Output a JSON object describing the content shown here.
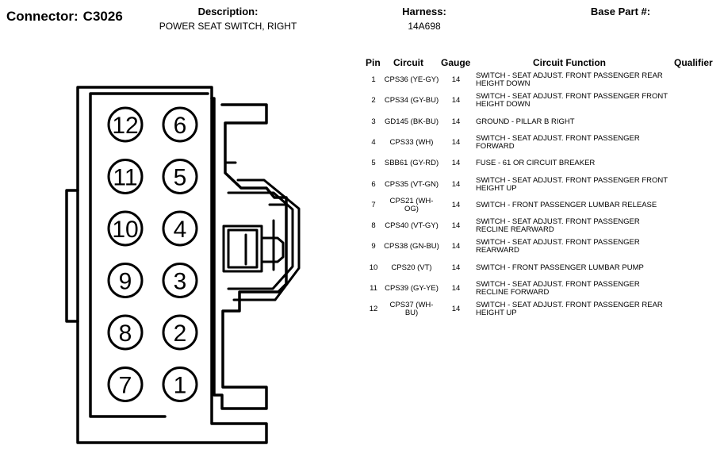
{
  "header": {
    "connector_label": "Connector:",
    "connector_id": "C3026",
    "description_label": "Description:",
    "description_value": "POWER SEAT SWITCH, RIGHT",
    "harness_label": "Harness:",
    "harness_value": "14A698",
    "base_part_label": "Base Part #:",
    "base_part_value": ""
  },
  "connector_pins": {
    "left_column": [
      "12",
      "11",
      "10",
      "9",
      "8",
      "7"
    ],
    "right_column": [
      "6",
      "5",
      "4",
      "3",
      "2",
      "1"
    ]
  },
  "table": {
    "columns": {
      "pin": "Pin",
      "circuit": "Circuit",
      "gauge": "Gauge",
      "function": "Circuit Function",
      "qualifier": "Qualifier"
    },
    "rows": [
      {
        "pin": "1",
        "circuit": "CPS36 (YE-GY)",
        "gauge": "14",
        "function": "SWITCH - SEAT ADJUST. FRONT PASSENGER REAR HEIGHT DOWN"
      },
      {
        "pin": "2",
        "circuit": "CPS34 (GY-BU)",
        "gauge": "14",
        "function": "SWITCH - SEAT ADJUST. FRONT PASSENGER FRONT HEIGHT DOWN"
      },
      {
        "pin": "3",
        "circuit": "GD145 (BK-BU)",
        "gauge": "14",
        "function": "GROUND - PILLAR B RIGHT"
      },
      {
        "pin": "4",
        "circuit": "CPS33 (WH)",
        "gauge": "14",
        "function": "SWITCH - SEAT ADJUST. FRONT PASSENGER FORWARD"
      },
      {
        "pin": "5",
        "circuit": "SBB61 (GY-RD)",
        "gauge": "14",
        "function": "FUSE - 61 OR CIRCUIT BREAKER"
      },
      {
        "pin": "6",
        "circuit": "CPS35 (VT-GN)",
        "gauge": "14",
        "function": "SWITCH - SEAT ADJUST. FRONT PASSENGER FRONT HEIGHT UP"
      },
      {
        "pin": "7",
        "circuit": "CPS21 (WH-OG)",
        "gauge": "14",
        "function": "SWITCH - FRONT PASSENGER LUMBAR RELEASE"
      },
      {
        "pin": "8",
        "circuit": "CPS40 (VT-GY)",
        "gauge": "14",
        "function": "SWITCH - SEAT ADJUST. FRONT PASSENGER RECLINE REARWARD"
      },
      {
        "pin": "9",
        "circuit": "CPS38 (GN-BU)",
        "gauge": "14",
        "function": "SWITCH - SEAT ADJUST. FRONT PASSENGER REARWARD"
      },
      {
        "pin": "10",
        "circuit": "CPS20 (VT)",
        "gauge": "14",
        "function": "SWITCH - FRONT PASSENGER LUMBAR PUMP"
      },
      {
        "pin": "11",
        "circuit": "CPS39 (GY-YE)",
        "gauge": "14",
        "function": "SWITCH - SEAT ADJUST. FRONT PASSENGER RECLINE FORWARD"
      },
      {
        "pin": "12",
        "circuit": "CPS37 (WH-BU)",
        "gauge": "14",
        "function": "SWITCH - SEAT ADJUST. FRONT PASSENGER REAR HEIGHT UP"
      }
    ]
  }
}
